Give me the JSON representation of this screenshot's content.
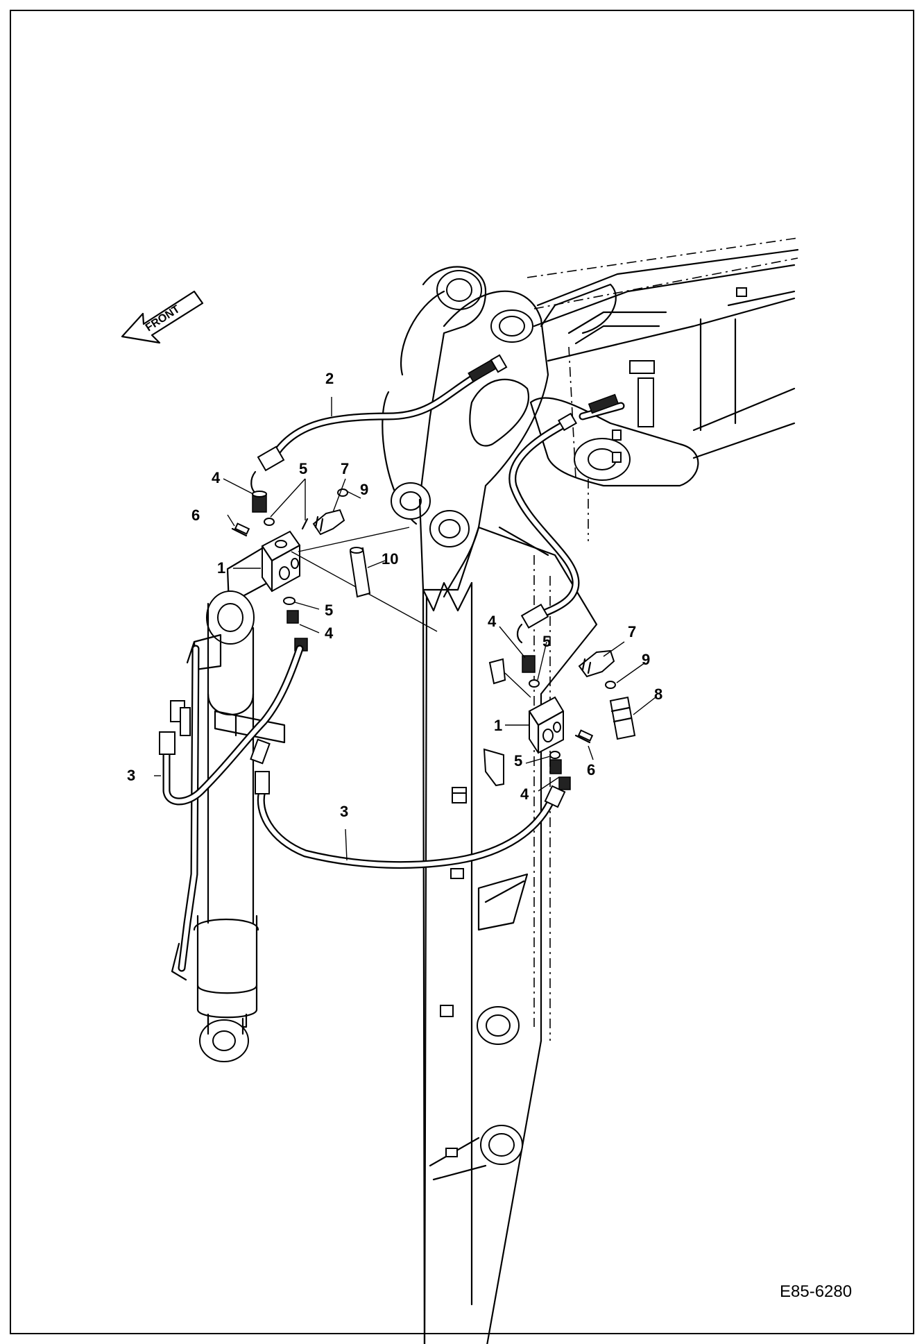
{
  "front_label": "FRONT",
  "drawing_code": "E85-6280",
  "callouts": [
    {
      "id": "c2",
      "text": "2"
    },
    {
      "id": "c4a",
      "text": "4"
    },
    {
      "id": "c5a",
      "text": "5"
    },
    {
      "id": "c7a",
      "text": "7"
    },
    {
      "id": "c9a",
      "text": "9"
    },
    {
      "id": "c6a",
      "text": "6"
    },
    {
      "id": "c1a",
      "text": "1"
    },
    {
      "id": "c10",
      "text": "10"
    },
    {
      "id": "c5b",
      "text": "5"
    },
    {
      "id": "c4b",
      "text": "4"
    },
    {
      "id": "c4c",
      "text": "4"
    },
    {
      "id": "c5c",
      "text": "5"
    },
    {
      "id": "c7b",
      "text": "7"
    },
    {
      "id": "c9b",
      "text": "9"
    },
    {
      "id": "c8",
      "text": "8"
    },
    {
      "id": "c1b",
      "text": "1"
    },
    {
      "id": "c5d",
      "text": "5"
    },
    {
      "id": "c6b",
      "text": "6"
    },
    {
      "id": "c4d",
      "text": "4"
    },
    {
      "id": "c3a",
      "text": "3"
    },
    {
      "id": "c3b",
      "text": "3"
    }
  ]
}
